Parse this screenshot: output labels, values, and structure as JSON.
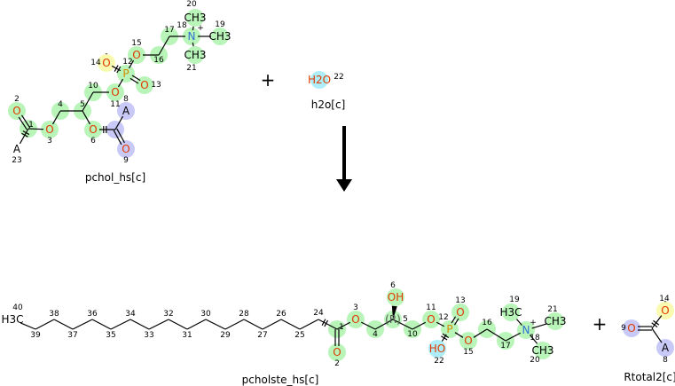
{
  "colors": {
    "hl_green": "#b9f5b9",
    "hl_purple": "#c9c9f7",
    "hl_yellow": "#fafab0",
    "hl_cyan": "#aeeefa",
    "oxygen": "#e03a00",
    "phosphorus": "#d48a00",
    "nitrogen": "#2f72d0",
    "carbon": "#000000"
  },
  "reaction": {
    "plus_left": "+",
    "plus_right": "+",
    "arrow": "down-arrow"
  },
  "molecules": {
    "pchol": {
      "name": "pchol_hs[c]",
      "atoms": [
        {
          "id": "2",
          "label": "O",
          "num": "2",
          "hl": "green"
        },
        {
          "id": "1",
          "label": "",
          "num": "1",
          "hl": "green"
        },
        {
          "id": "23",
          "label": "A",
          "num": "23",
          "hl": ""
        },
        {
          "id": "3",
          "label": "O",
          "num": "3",
          "hl": "green"
        },
        {
          "id": "4",
          "label": "",
          "num": "4",
          "hl": "green"
        },
        {
          "id": "5",
          "label": "",
          "num": "5",
          "hl": "green"
        },
        {
          "id": "6",
          "label": "O",
          "num": "6",
          "hl": "green"
        },
        {
          "id": "7",
          "label": "",
          "num": "",
          "hl": "purple"
        },
        {
          "id": "8",
          "label": "A",
          "num": "8",
          "hl": "purple"
        },
        {
          "id": "9",
          "label": "O",
          "num": "9",
          "hl": "purple"
        },
        {
          "id": "10",
          "label": "",
          "num": "10",
          "hl": "green"
        },
        {
          "id": "11",
          "label": "O",
          "num": "11",
          "hl": "green"
        },
        {
          "id": "12",
          "label": "P",
          "num": "12",
          "hl": "green"
        },
        {
          "id": "13",
          "label": "O",
          "num": "13",
          "hl": "green"
        },
        {
          "id": "14",
          "label": "O",
          "num": "14",
          "hl": "yellow",
          "charge": "-"
        },
        {
          "id": "15",
          "label": "O",
          "num": "15",
          "hl": "green"
        },
        {
          "id": "16",
          "label": "",
          "num": "16",
          "hl": "green"
        },
        {
          "id": "17",
          "label": "",
          "num": "17",
          "hl": "green"
        },
        {
          "id": "18",
          "label": "N",
          "num": "18",
          "hl": "green",
          "charge": "+"
        },
        {
          "id": "19",
          "label": "CH3",
          "num": "19",
          "hl": "green"
        },
        {
          "id": "20",
          "label": "CH3",
          "num": "20",
          "hl": "green"
        },
        {
          "id": "21",
          "label": "CH3",
          "num": "21",
          "hl": "green"
        }
      ]
    },
    "h2o": {
      "name": "h2o[c]",
      "atoms": [
        {
          "id": "22",
          "label": "H2O",
          "num": "22",
          "hl": "cyan"
        }
      ]
    },
    "pcholste": {
      "name": "pcholste_hs[c]",
      "atoms": [
        {
          "id": "40",
          "label": "H3C",
          "num": "40",
          "hl": ""
        },
        {
          "id": "39",
          "label": "",
          "num": "39",
          "hl": ""
        },
        {
          "id": "38",
          "label": "",
          "num": "38",
          "hl": ""
        },
        {
          "id": "37",
          "label": "",
          "num": "37",
          "hl": ""
        },
        {
          "id": "36",
          "label": "",
          "num": "36",
          "hl": ""
        },
        {
          "id": "35",
          "label": "",
          "num": "35",
          "hl": ""
        },
        {
          "id": "34",
          "label": "",
          "num": "34",
          "hl": ""
        },
        {
          "id": "33",
          "label": "",
          "num": "33",
          "hl": ""
        },
        {
          "id": "32",
          "label": "",
          "num": "32",
          "hl": ""
        },
        {
          "id": "31",
          "label": "",
          "num": "31",
          "hl": ""
        },
        {
          "id": "30",
          "label": "",
          "num": "30",
          "hl": ""
        },
        {
          "id": "29",
          "label": "",
          "num": "29",
          "hl": ""
        },
        {
          "id": "28",
          "label": "",
          "num": "28",
          "hl": ""
        },
        {
          "id": "27",
          "label": "",
          "num": "27",
          "hl": ""
        },
        {
          "id": "26",
          "label": "",
          "num": "26",
          "hl": ""
        },
        {
          "id": "25",
          "label": "",
          "num": "25",
          "hl": ""
        },
        {
          "id": "24",
          "label": "",
          "num": "24",
          "hl": ""
        },
        {
          "id": "1",
          "label": "",
          "num": "1",
          "hl": "green"
        },
        {
          "id": "2",
          "label": "O",
          "num": "2",
          "hl": "green"
        },
        {
          "id": "3",
          "label": "O",
          "num": "3",
          "hl": "green"
        },
        {
          "id": "4",
          "label": "",
          "num": "4",
          "hl": "green"
        },
        {
          "id": "5",
          "label": "(R)",
          "num": "5",
          "hl": "green"
        },
        {
          "id": "6",
          "label": "OH",
          "num": "6",
          "hl": "green"
        },
        {
          "id": "10",
          "label": "",
          "num": "10",
          "hl": "green"
        },
        {
          "id": "11",
          "label": "O",
          "num": "11",
          "hl": "green"
        },
        {
          "id": "12",
          "label": "P",
          "num": "12",
          "hl": "green"
        },
        {
          "id": "13",
          "label": "O",
          "num": "13",
          "hl": "green"
        },
        {
          "id": "22",
          "label": "HO",
          "num": "22",
          "hl": "cyan"
        },
        {
          "id": "15",
          "label": "O",
          "num": "15",
          "hl": "green"
        },
        {
          "id": "16",
          "label": "",
          "num": "16",
          "hl": "green"
        },
        {
          "id": "17",
          "label": "",
          "num": "17",
          "hl": "green"
        },
        {
          "id": "18",
          "label": "N",
          "num": "18",
          "hl": "green",
          "charge": "+"
        },
        {
          "id": "19",
          "label": "H3C",
          "num": "19",
          "hl": "green"
        },
        {
          "id": "21",
          "label": "CH3",
          "num": "21",
          "hl": "green"
        },
        {
          "id": "20",
          "label": "CH3",
          "num": "20",
          "hl": "green"
        }
      ]
    },
    "rtotal2": {
      "name": "Rtotal2[c]",
      "atoms": [
        {
          "id": "9",
          "label": "O",
          "num": "9",
          "hl": "purple"
        },
        {
          "id": "c",
          "label": "",
          "num": "",
          "hl": ""
        },
        {
          "id": "14",
          "label": "O",
          "num": "14",
          "hl": "yellow",
          "charge": "-"
        },
        {
          "id": "8",
          "label": "A",
          "num": "8",
          "hl": "purple"
        }
      ]
    }
  }
}
